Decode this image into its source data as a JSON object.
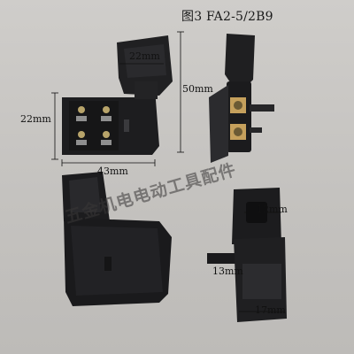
{
  "caption": "图3 FA2-5/2B9",
  "dimensions": {
    "top_width": "22mm",
    "height": "50mm",
    "side": "22mm",
    "length": "43mm",
    "hole": "12mm",
    "pin": "13mm",
    "bottom_width": "17mm"
  },
  "watermark": "五金机电电动工具配件"
}
